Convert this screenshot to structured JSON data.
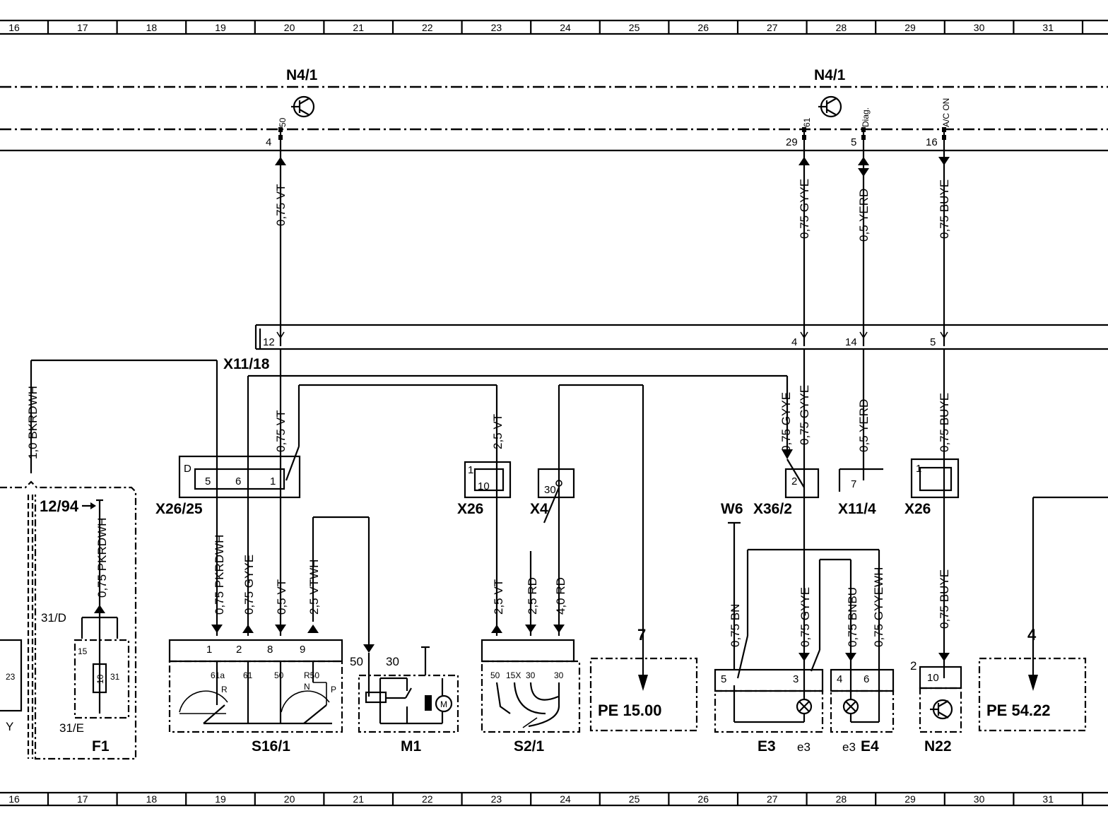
{
  "grid_columns": [
    "16",
    "17",
    "18",
    "19",
    "20",
    "21",
    "22",
    "23",
    "24",
    "25",
    "26",
    "27",
    "28",
    "29",
    "30",
    "31"
  ],
  "components": {
    "n4_1_left": "N4/1",
    "n4_1_right": "N4/1",
    "x11_18": "X11/18",
    "x26_25": "X26/25",
    "x26_a": "X26",
    "x4": "X4",
    "w6": "W6",
    "x36_2": "X36/2",
    "x11_4": "X11/4",
    "x26_b": "X26",
    "s16_1": "S16/1",
    "m1": "M1",
    "s2_1": "S2/1",
    "e3": "E3",
    "e4": "E4",
    "e3_lamp_a": "e3",
    "e3_lamp_b": "e3",
    "n22": "N22",
    "f1": "F1",
    "ref_1294": "12/94",
    "node_31d": "31/D",
    "node_31e": "31/E",
    "y_letter": "Y"
  },
  "refs": {
    "pe1500": "PE  15.00",
    "pe5422": "PE  54.22",
    "ref7": "7",
    "ref4": "4"
  },
  "wires": {
    "w_vt_top": "0,75  VT",
    "w_gyye_top": "0,75  GYYE",
    "w_yerd_top": "0,5  YERD",
    "w_buye_top": "0,75  BUYE",
    "w_bkrdwh": "1,0  BKRDWH",
    "w_vt_mid": "0,75  VT",
    "w_25vt_mid": "2,5  VT",
    "w_gyye_mid_a": "0,75  GYYE",
    "w_gyye_mid_b": "0,75  GYYE",
    "w_yerd_mid": "0,5  YERD",
    "w_buye_mid": "0,75  BUYE",
    "w_pkrdwh_f1": "0,75  PKRDWH",
    "w_pkrdwh": "0,75  PKRDWH",
    "w_gyye_s16": "0,75  GYYE",
    "w_vt_s16": "0,5  VT",
    "w_vtwh": "2,5  VTWH",
    "w_vt_s2": "2,5  VT",
    "w_rd_s2a": "2,5  RD",
    "w_rd_s2b": "4,0  RD",
    "w_bn": "0,75  BN",
    "w_gyye_e3": "0,75  GYYE",
    "w_bnbu": "0,75  BNBU",
    "w_gyyewh": "0,75  GYYEWH",
    "w_buye_n22": "0,75  BUYE"
  },
  "pins": {
    "p4": "4",
    "p50": "50",
    "p29": "29",
    "p61": "61",
    "p5": "5",
    "pdiag": "Diag.",
    "p16": "16",
    "pacon": "A/C ON",
    "p12": "12",
    "p4b": "4",
    "p14": "14",
    "p5b": "5",
    "pD": "D",
    "p5c": "5",
    "p6": "6",
    "p1": "1",
    "p1b": "1",
    "p10": "10",
    "p30": "30",
    "p2": "2",
    "p7": "7",
    "p1c": "1",
    "s16_1": "1",
    "s16_2": "2",
    "s16_8": "8",
    "s16_9": "9",
    "s16_61a": "61a",
    "s16_61": "61",
    "s16_50": "50",
    "s16_r50": "R50",
    "s16_R": "R",
    "s16_N": "N",
    "s16_P": "P",
    "m1_50": "50",
    "m1_30": "30",
    "s2_50": "50",
    "s2_15x": "15X",
    "s2_30a": "30",
    "s2_30b": "30",
    "e3_5": "5",
    "e3_3": "3",
    "e4_4": "4",
    "e4_6": "6",
    "n22_2": "2",
    "n22_10": "10",
    "f1_15": "15",
    "f1_31": "31",
    "f1_10": "10",
    "p23": "23"
  }
}
